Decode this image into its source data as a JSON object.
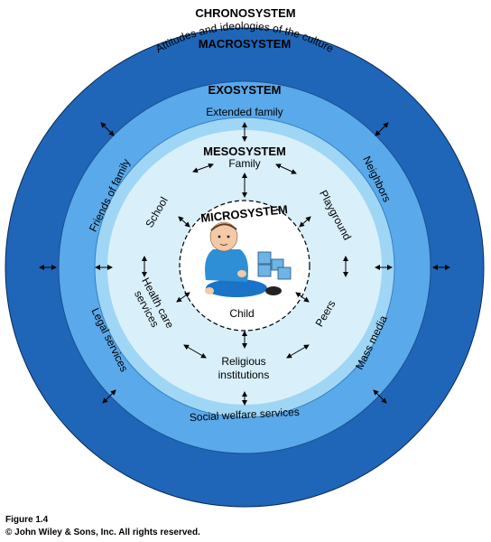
{
  "colors": {
    "macro_ring": "#1f66b8",
    "exo_ring": "#5aa9ea",
    "meso_ring": "#9fd6f5",
    "micro_area": "#d9f0fb",
    "child_circle": "#ffffff",
    "shirt": "#2f8fd6",
    "pants": "#1a73c7",
    "skin": "#f3c9a6",
    "block": "#6fb4e6"
  },
  "levels": {
    "chronosystem": "CHRONOSYSTEM",
    "macrosystem": "MACROSYSTEM",
    "macro_subtitle": "Attitudes and ideologies of the culture",
    "exosystem": "EXOSYSTEM",
    "mesosystem": "MESOSYSTEM",
    "microsystem": "MICROSYSTEM"
  },
  "exosystem_items": {
    "extended_family": "Extended family",
    "friends_of_family": "Friends of family",
    "neighbors": "Neighbors",
    "legal_services": "Legal services",
    "mass_media": "Mass media",
    "social_welfare": "Social welfare services"
  },
  "microsystem_items": {
    "family": "Family",
    "school": "School",
    "playground": "Playground",
    "health_care_1": "Health care",
    "health_care_2": "services",
    "peers": "Peers",
    "religious_1": "Religious",
    "religious_2": "institutions",
    "child": "Child"
  },
  "caption": {
    "figure": "Figure 1.4",
    "copyright": "© John Wiley & Sons, Inc. All rights reserved."
  }
}
